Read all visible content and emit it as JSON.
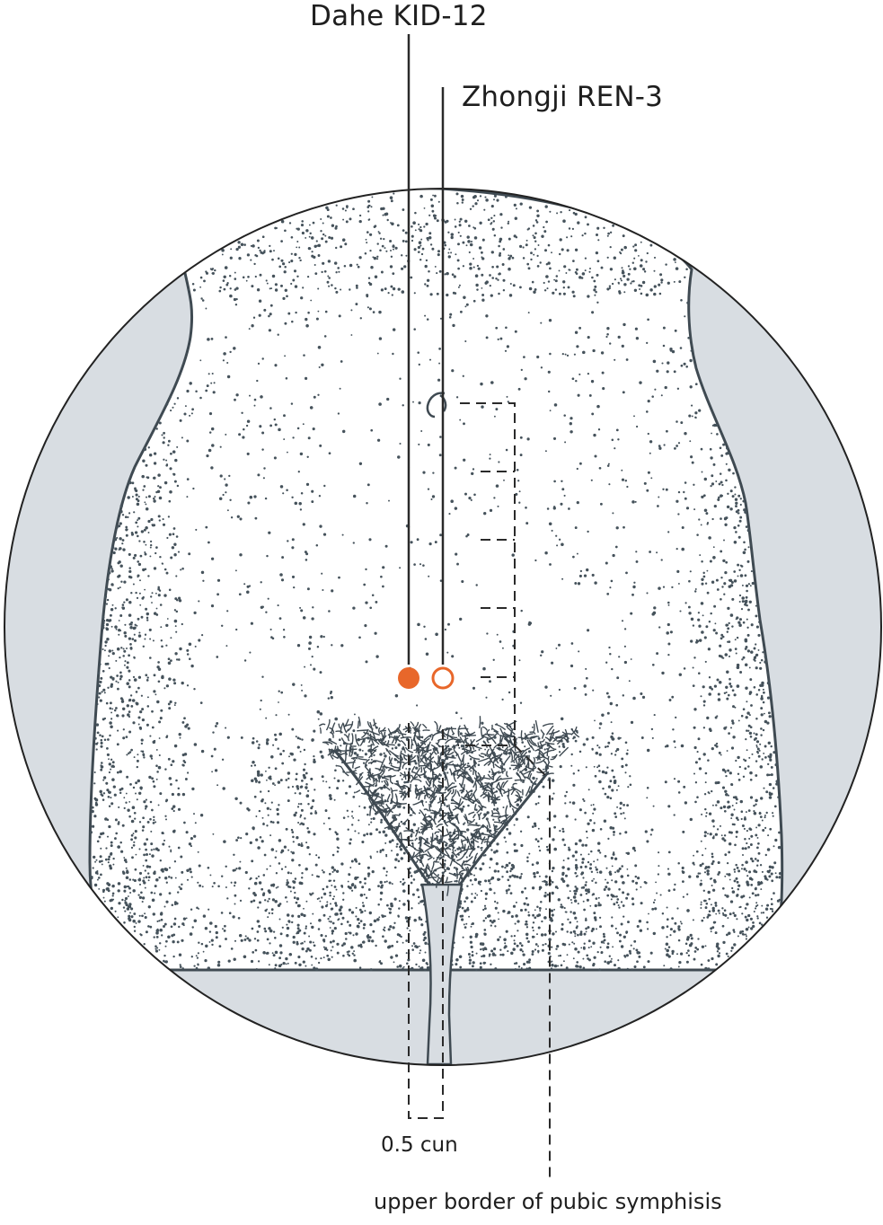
{
  "labels": {
    "dahe": "Dahe KID-12",
    "zhongji": "Zhongji REN-3",
    "half_cun": "0.5 cun",
    "pubic_border": "upper border of pubic symphisis"
  },
  "points": [
    {
      "name": "Dahe KID-12",
      "style": "filled"
    },
    {
      "name": "Zhongji REN-3",
      "style": "hollow"
    }
  ],
  "scale": {
    "divisions": 5,
    "unit": "cun"
  },
  "colors": {
    "acupoint": "#e8672a",
    "body_outline": "#3f4a52",
    "stipple": "#45525b",
    "background_gray": "#d8dde2",
    "leader_line": "#2a2a2a",
    "circle_outline": "#222222"
  }
}
